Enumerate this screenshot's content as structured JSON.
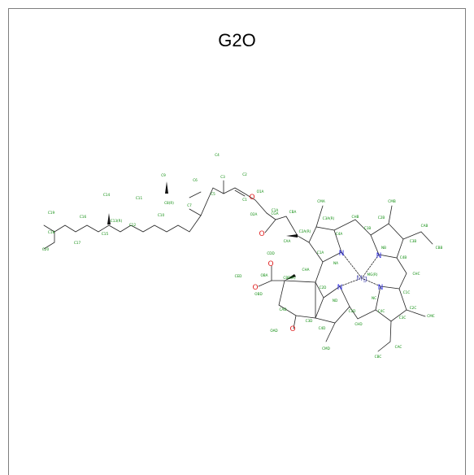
{
  "title": "G2O",
  "colors": {
    "bond": "#222222",
    "label": "#0c8c0c",
    "nitrogen": "#2a2ae0",
    "oxygen": "#e02020",
    "metal": "#6666bb",
    "border": "#7f7f7f"
  },
  "hetero_atoms": {
    "na": "N",
    "nb": "N",
    "nc": "N",
    "nd": "N",
    "mg": "Mg",
    "o1": "O",
    "o2": "O",
    "o3": "O",
    "o4": "O",
    "o5": "O"
  },
  "atom_labels": {
    "c1": "C1",
    "c2": "C2",
    "c3": "C3",
    "c4": "C4",
    "c5": "C5",
    "c6": "C6",
    "c7": "C7",
    "c8": "C8",
    "c9": "C9",
    "c10": "C10",
    "c11": "C11",
    "c12": "C12",
    "c13": "C13",
    "c14": "C14",
    "c15": "C15",
    "c16": "C16",
    "c17": "C17",
    "c18": "C18",
    "c19": "C19",
    "c20": "C20",
    "c8r": "C8(R)",
    "c13r": "C13(R)",
    "o1a": "O1A",
    "o2a": "O2A",
    "c1a": "C1A",
    "c2a": "C2A",
    "c3a": "C3A",
    "c4a": "C4A",
    "cma": "CMA",
    "c2ar": "C2A(R)",
    "c3ar": "C3A(R)",
    "caa": "CAA",
    "cba": "CBA",
    "cga": "CGA",
    "chb": "CHB",
    "c1b": "C1B",
    "c2b": "C2B",
    "c3b": "C3B",
    "c4b": "C4B",
    "cmb": "CMB",
    "cab": "CAB",
    "cbb": "CBB",
    "nb": "NB",
    "chc": "CHC",
    "c1c": "C1C",
    "c2c": "C2C",
    "c3c": "C3C",
    "c4c": "C4C",
    "cmc": "CMC",
    "cac": "CAC",
    "cbc": "CBC",
    "nc": "NC",
    "mg": "MG(R)",
    "chd": "CHD",
    "c1d": "C1D",
    "c2d": "C2D",
    "c3d": "C3D",
    "c4d": "C4D",
    "cmd": "CMD",
    "cad": "CAD",
    "cbd": "CBD(R)",
    "cdd": "CDD",
    "oad": "OAD",
    "obd": "OBD",
    "ced": "CED",
    "oaa": "OBA",
    "nd": "ND",
    "na": "NA",
    "cha": "CHA"
  }
}
